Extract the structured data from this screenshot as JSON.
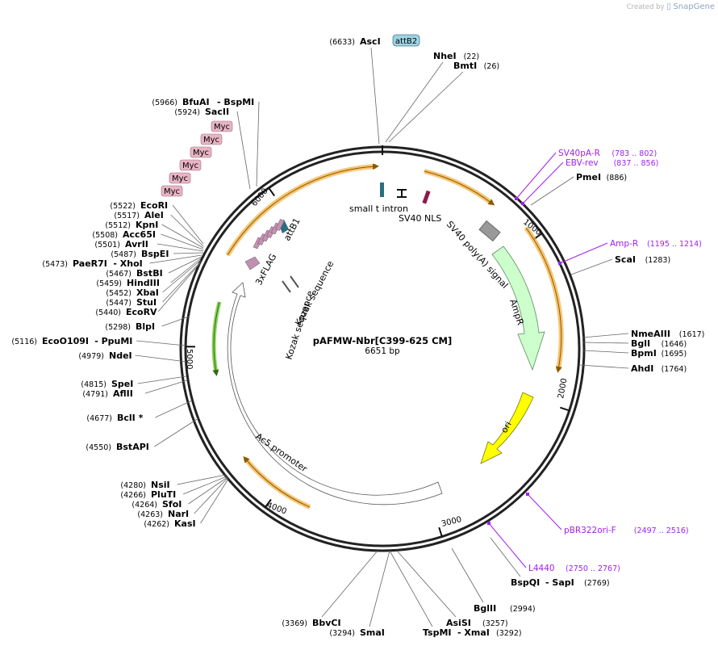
{
  "credit": {
    "created_by": "Created by",
    "brand": "SnapGene"
  },
  "plasmid": {
    "name": "pAFMW-Nbr[C399-625 CM]",
    "size": "6651 bp"
  },
  "ticks": [
    {
      "label": "1000",
      "pos": 1000
    },
    {
      "label": "2000",
      "pos": 2000
    },
    {
      "label": "3000",
      "pos": 3000
    },
    {
      "label": "4000",
      "pos": 4000
    },
    {
      "label": "5000",
      "pos": 5000
    },
    {
      "label": "6000",
      "pos": 6000
    }
  ],
  "enzymes": [
    {
      "name": "AscI",
      "pos": "(6633)"
    },
    {
      "name": "NheI",
      "pos": "(22)"
    },
    {
      "name": "BmtI",
      "pos": "(26)"
    },
    {
      "name": "BfuAI",
      "name2": "- BspMI",
      "pos": "(5966)"
    },
    {
      "name": "SacII",
      "pos": "(5924)"
    },
    {
      "name": "PmeI",
      "pos": "(886)"
    },
    {
      "name": "ScaI",
      "pos": "(1283)"
    },
    {
      "name": "EcoRI",
      "pos": "(5522)"
    },
    {
      "name": "AleI",
      "pos": "(5517)"
    },
    {
      "name": "KpnI",
      "pos": "(5512)"
    },
    {
      "name": "Acc65I",
      "pos": "(5508)"
    },
    {
      "name": "AvrII",
      "pos": "(5501)"
    },
    {
      "name": "BspEI",
      "pos": "(5487)"
    },
    {
      "name": "PaeR7I",
      "name2": "- XhoI",
      "pos": "(5473)"
    },
    {
      "name": "BstBI",
      "pos": "(5467)"
    },
    {
      "name": "HindIII",
      "pos": "(5459)"
    },
    {
      "name": "XbaI",
      "pos": "(5452)"
    },
    {
      "name": "StuI",
      "pos": "(5447)"
    },
    {
      "name": "EcoRV",
      "pos": "(5440)"
    },
    {
      "name": "BlpI",
      "pos": "(5298)"
    },
    {
      "name": "EcoO109I",
      "name2": "- PpuMI",
      "pos": "(5116)"
    },
    {
      "name": "NdeI",
      "pos": "(4979)"
    },
    {
      "name": "NmeAIII",
      "pos": "(1617)"
    },
    {
      "name": "BglI",
      "pos": "(1646)"
    },
    {
      "name": "BpmI",
      "pos": "(1695)"
    },
    {
      "name": "AhdI",
      "pos": "(1764)"
    },
    {
      "name": "SpeI",
      "pos": "(4815)"
    },
    {
      "name": "AflII",
      "pos": "(4791)"
    },
    {
      "name": "BclI *",
      "pos": "(4677)"
    },
    {
      "name": "BstAPI",
      "pos": "(4550)"
    },
    {
      "name": "NsiI",
      "pos": "(4280)"
    },
    {
      "name": "PluTI",
      "pos": "(4266)"
    },
    {
      "name": "SfoI",
      "pos": "(4264)"
    },
    {
      "name": "NarI",
      "pos": "(4263)"
    },
    {
      "name": "KasI",
      "pos": "(4262)"
    },
    {
      "name": "BspQI",
      "name2": "- SapI",
      "pos": "(2769)"
    },
    {
      "name": "BglII",
      "pos": "(2994)"
    },
    {
      "name": "BbvCI",
      "pos": "(3369)"
    },
    {
      "name": "AsiSI",
      "pos": "(3257)"
    },
    {
      "name": "SmaI",
      "pos": "(3294)"
    },
    {
      "name": "TspMI",
      "name2": "- XmaI",
      "pos": "(3292)"
    }
  ],
  "primers": [
    {
      "name": "SV40pA-R",
      "pos": "(783 .. 802)"
    },
    {
      "name": "EBV-rev",
      "pos": "(837 .. 856)"
    },
    {
      "name": "Amp-R",
      "pos": "(1195 .. 1214)"
    },
    {
      "name": "pBR322ori-F",
      "pos": "(2497 .. 2516)"
    },
    {
      "name": "L4440",
      "pos": "(2750 .. 2767)"
    }
  ],
  "features": {
    "attB2": "attB2",
    "myc": [
      "Myc",
      "Myc",
      "Myc",
      "Myc",
      "Myc",
      "Myc"
    ],
    "attB1": "attB1",
    "flag": "3xFLAG",
    "small_t_intron": "small t intron",
    "sv40_nls": "SV40 NLS",
    "sv40_polya": "SV40 poly(A) signal",
    "ampr": "AmpR",
    "ori": "ori",
    "ac5": "Ac5 promoter",
    "kozak1": "Kozak sequence",
    "kozak2": "Kozak sequence"
  },
  "colors": {
    "backbone": "#222222",
    "orange_arc": "#f5b64f",
    "green_arc": "#8bd35b",
    "ampr_fill": "#ccffcc",
    "ori_fill": "#ffff00",
    "attB_fill": "#9fd3e3",
    "myc_fill": "#e8b4c4",
    "primer": "#a020f0",
    "sv40_polya": "#999999",
    "nls": "#8b1a4a",
    "intron": "#2a6f7f"
  }
}
